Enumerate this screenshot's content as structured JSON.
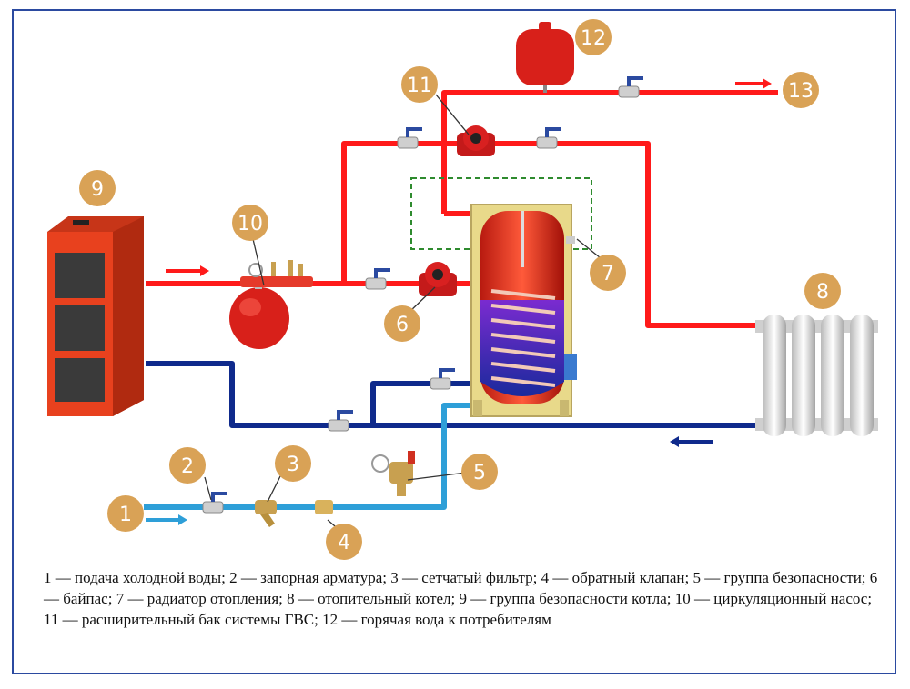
{
  "colors": {
    "hot_pipe": "#ff1a1a",
    "cold_pipe": "#0f2a8c",
    "supply_pipe": "#2e9fd8",
    "marker": "#d9a256",
    "border": "#2b4aa0",
    "boiler": "#e8411e",
    "tank_body": "#e8d98a",
    "bypass_dashed": "#2e8b2e"
  },
  "icons": [
    "ball-valve-icon",
    "circulation-pump-icon",
    "expansion-tank-icon",
    "strainer-icon",
    "check-valve-icon",
    "safety-group-icon",
    "radiator-icon",
    "solid-fuel-boiler-icon",
    "indirect-heating-tank-icon",
    "flow-arrow-icon"
  ],
  "markers": [
    "1",
    "2",
    "3",
    "4",
    "5",
    "6",
    "7",
    "8",
    "9",
    "10",
    "11",
    "12",
    "13"
  ],
  "caption": "1 — подача холодной воды; 2 — запорная арматура; 3 — сетчатый фильтр; 4 — обратный клапан; 5 — группа безопасности; 6 — байпас; 7 — радиатор отопления; 8 — отопительный котел; 9 — группа безопасности котла; 10 — циркуляционный насос; 11 — расширительный бак системы ГВС; 12 — горячая вода к потребителям"
}
